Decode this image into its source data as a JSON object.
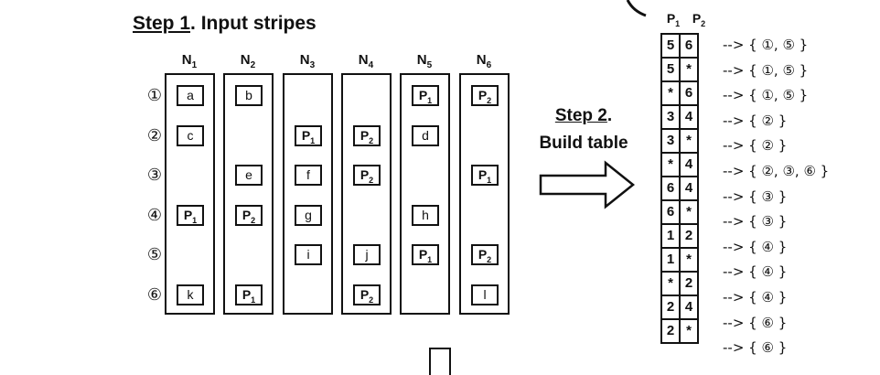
{
  "step1": {
    "label": "Step 1",
    "rest": ". Input stripes"
  },
  "nodes": [
    {
      "base": "N",
      "sub": "1"
    },
    {
      "base": "N",
      "sub": "2"
    },
    {
      "base": "N",
      "sub": "3"
    },
    {
      "base": "N",
      "sub": "4"
    },
    {
      "base": "N",
      "sub": "5"
    },
    {
      "base": "N",
      "sub": "6"
    }
  ],
  "row_labels": [
    "①",
    "②",
    "③",
    "④",
    "⑤",
    "⑥"
  ],
  "cells": [
    {
      "col": 0,
      "row": 0,
      "text": "a"
    },
    {
      "col": 1,
      "row": 0,
      "text": "b"
    },
    {
      "col": 4,
      "row": 0,
      "base": "P",
      "sub": "1"
    },
    {
      "col": 5,
      "row": 0,
      "base": "P",
      "sub": "2"
    },
    {
      "col": 0,
      "row": 1,
      "text": "c"
    },
    {
      "col": 2,
      "row": 1,
      "base": "P",
      "sub": "1"
    },
    {
      "col": 3,
      "row": 1,
      "base": "P",
      "sub": "2"
    },
    {
      "col": 4,
      "row": 1,
      "text": "d"
    },
    {
      "col": 1,
      "row": 2,
      "text": "e"
    },
    {
      "col": 2,
      "row": 2,
      "text": "f"
    },
    {
      "col": 3,
      "row": 2,
      "base": "P",
      "sub": "2"
    },
    {
      "col": 5,
      "row": 2,
      "base": "P",
      "sub": "1"
    },
    {
      "col": 0,
      "row": 3,
      "base": "P",
      "sub": "1"
    },
    {
      "col": 1,
      "row": 3,
      "base": "P",
      "sub": "2"
    },
    {
      "col": 2,
      "row": 3,
      "text": "g"
    },
    {
      "col": 4,
      "row": 3,
      "text": "h"
    },
    {
      "col": 2,
      "row": 4,
      "text": "i"
    },
    {
      "col": 3,
      "row": 4,
      "text": "j"
    },
    {
      "col": 4,
      "row": 4,
      "base": "P",
      "sub": "1"
    },
    {
      "col": 5,
      "row": 4,
      "base": "P",
      "sub": "2"
    },
    {
      "col": 0,
      "row": 5,
      "text": "k"
    },
    {
      "col": 1,
      "row": 5,
      "base": "P",
      "sub": "1"
    },
    {
      "col": 3,
      "row": 5,
      "base": "P",
      "sub": "2"
    },
    {
      "col": 5,
      "row": 5,
      "text": "l"
    }
  ],
  "step2": {
    "label": "Step 2",
    "rest": ".",
    "line2": "Build table"
  },
  "table_headers": [
    {
      "base": "P",
      "sub": "1"
    },
    {
      "base": "P",
      "sub": "2"
    }
  ],
  "table_rows": [
    {
      "p1": "5",
      "p2": "6",
      "map": "--> { ①, ⑤ }"
    },
    {
      "p1": "5",
      "p2": "*",
      "map": "--> { ①, ⑤ }"
    },
    {
      "p1": "*",
      "p2": "6",
      "map": "--> { ①, ⑤ }"
    },
    {
      "p1": "3",
      "p2": "4",
      "map": "--> { ② }"
    },
    {
      "p1": "3",
      "p2": "*",
      "map": "--> { ② }"
    },
    {
      "p1": "*",
      "p2": "4",
      "map": "--> { ②, ③, ⑥ }"
    },
    {
      "p1": "6",
      "p2": "4",
      "map": "--> { ③ }"
    },
    {
      "p1": "6",
      "p2": "*",
      "map": "--> { ③ }"
    },
    {
      "p1": "1",
      "p2": "2",
      "map": "--> { ④ }"
    },
    {
      "p1": "1",
      "p2": "*",
      "map": "--> { ④ }"
    },
    {
      "p1": "*",
      "p2": "2",
      "map": "--> { ④ }"
    },
    {
      "p1": "2",
      "p2": "4",
      "map": "--> { ⑥ }"
    },
    {
      "p1": "2",
      "p2": "*",
      "map": "--> { ⑥ }"
    }
  ]
}
